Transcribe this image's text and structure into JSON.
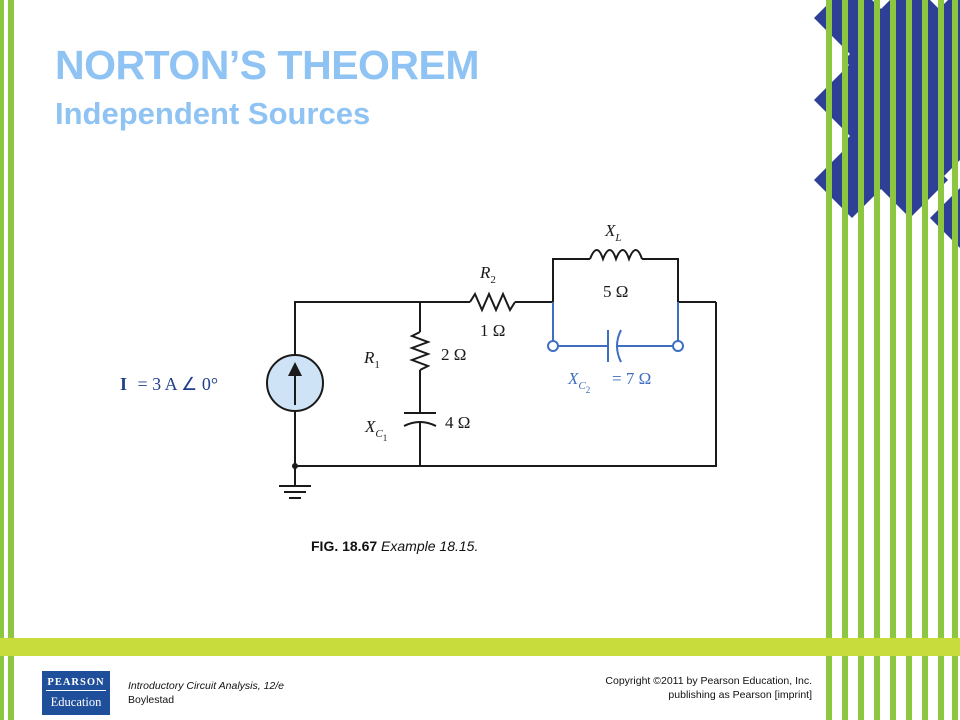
{
  "slide": {
    "title": "NORTON’S THEOREM",
    "subtitle": "Independent Sources"
  },
  "figure": {
    "caption_fig": "FIG. 18.67",
    "caption_text": "Example 18.15.",
    "source_label_bold": "I",
    "source_label_value": "= 3 A ∠ 0°",
    "r1_label": "R",
    "r1_sub": "1",
    "r1_value": "2 Ω",
    "xc1_label": "X",
    "xc1_sub": "C",
    "xc1_subsub": "1",
    "xc1_value": "4 Ω",
    "r2_label": "R",
    "r2_sub": "2",
    "r2_value": "1 Ω",
    "xl_label": "X",
    "xl_sub": "L",
    "xl_value": "5 Ω",
    "xc2_label": "X",
    "xc2_sub": "C",
    "xc2_subsub": "2",
    "xc2_value": "= 7 Ω"
  },
  "footer": {
    "publisher_logo_line1": "PEARSON",
    "publisher_logo_line2": "Education",
    "book_title": "Introductory Circuit Analysis, 12/e",
    "book_author": "Boylestad",
    "copyright_line1": "Copyright ©2011 by Pearson Education, Inc.",
    "copyright_line2": "publishing as Pearson [imprint]"
  },
  "colors": {
    "title": "#8fc3f3",
    "accent_green": "#8dc63f",
    "band_yellow_green": "#c8dc3c",
    "diamond_blue": "#2e3f96",
    "highlight_blue": "#3f6ec0",
    "source_fill": "#cfe3f6"
  },
  "icons": {
    "source": "current-source-icon",
    "ground": "ground-icon",
    "logo": "pearson-logo"
  }
}
